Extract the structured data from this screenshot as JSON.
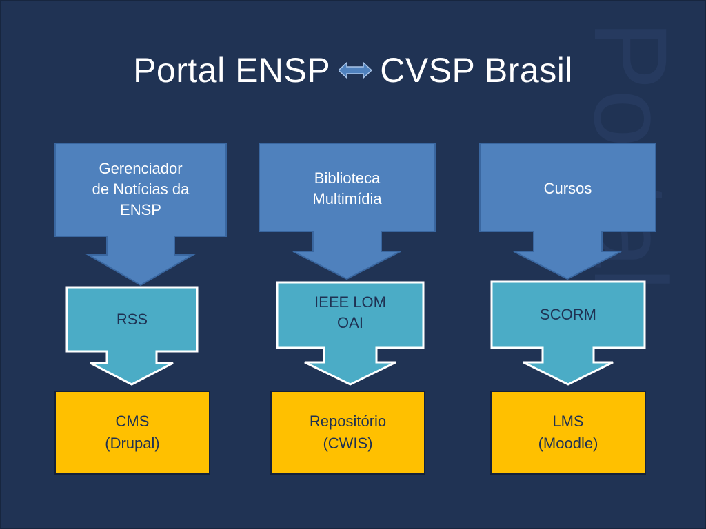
{
  "title": {
    "left": "Portal ENSP",
    "right": "CVSP Brasil",
    "connector_icon": "double-arrow-icon"
  },
  "watermark": "Portal",
  "columns": [
    {
      "source": "Gerenciador\nde Notícias da\nENSP",
      "protocol": "RSS",
      "target": "CMS\n(Drupal)"
    },
    {
      "source": "Biblioteca\nMultimídia",
      "protocol": "IEEE LOM\nOAI",
      "target": "Repositório\n(CWIS)"
    },
    {
      "source": "Cursos",
      "protocol": "SCORM",
      "target": "LMS\n(Moodle)"
    }
  ],
  "colors": {
    "background": "#203354",
    "source_fill": "#4f81bd",
    "protocol_fill": "#4bacc6",
    "target_fill": "#ffc000"
  }
}
